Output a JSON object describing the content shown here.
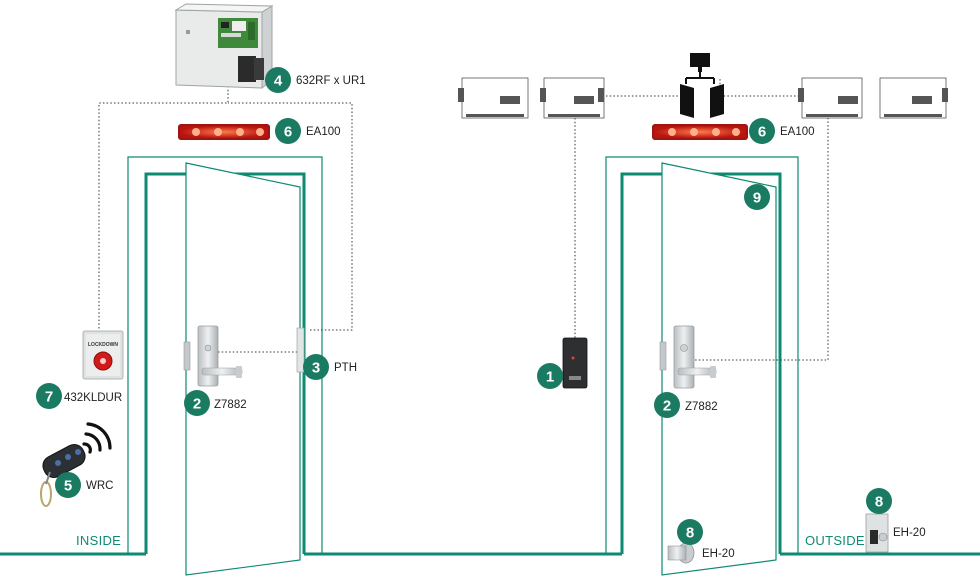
{
  "colors": {
    "teal": "#0f8a72",
    "badge": "#1b7a62",
    "red": "#d8231c",
    "gray": "#cfd3d4"
  },
  "sides": {
    "inside": "INSIDE",
    "outside": "OUTSIDE"
  },
  "labels": {
    "panel": {
      "num": "4",
      "text": "632RF x UR1"
    },
    "light_left": {
      "num": "6",
      "text": "EA100"
    },
    "light_right": {
      "num": "6",
      "text": "EA100"
    },
    "pth": {
      "num": "3",
      "text": "PTH"
    },
    "lock_left": {
      "num": "2",
      "text": "Z7882"
    },
    "lock_right": {
      "num": "2",
      "text": "Z7882"
    },
    "keyswitch": {
      "num": "7",
      "text": "432KLDUR"
    },
    "fob": {
      "num": "5",
      "text": "WRC"
    },
    "reader": {
      "num": "1",
      "text": ""
    },
    "door_badge": {
      "num": "9",
      "text": ""
    },
    "eh_left": {
      "num": "8",
      "text": "EH-20"
    },
    "eh_right": {
      "num": "8",
      "text": "EH-20"
    }
  },
  "device_text": {
    "keyswitch_caption": "LOCKDOWN"
  },
  "icons": [
    "control-panel-icon",
    "network-controller-icon",
    "computer-network-icon",
    "strobe-light-icon",
    "lever-lock-icon",
    "pushbutton-icon",
    "key-fob-icon",
    "wireless-signal-icon",
    "card-reader-icon",
    "electric-holder-icon"
  ]
}
